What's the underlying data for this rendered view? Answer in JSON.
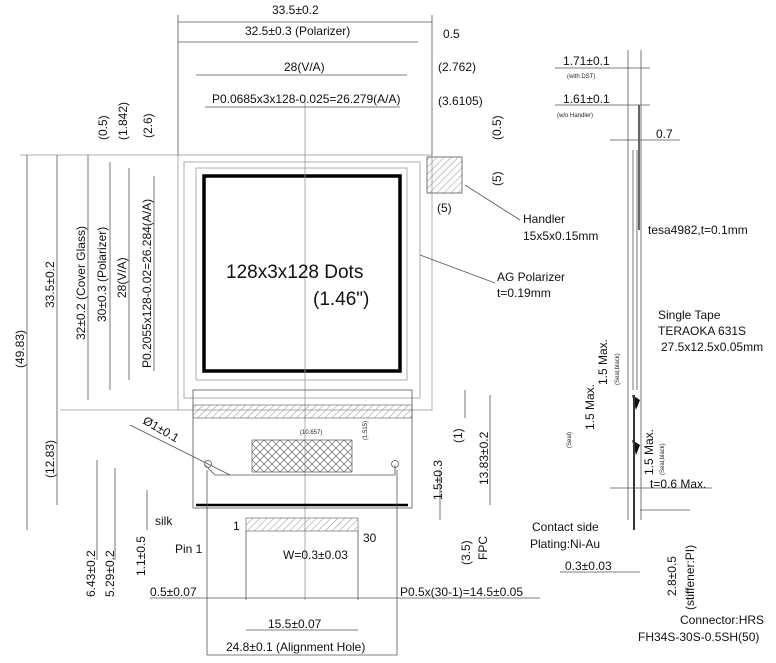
{
  "top_dims": {
    "overall": "33.5±0.2",
    "polarizer": "32.5±0.3 (Polarizer)",
    "polarizer_offset": "0.5",
    "va": "28(V/A)",
    "va_offset": "(2.762)",
    "aa": "P0.0685x3x128-0.025=26.279(A/A)",
    "aa_offset": "(3.6105)"
  },
  "left_dims": {
    "d05": "(0.5)",
    "d1842": "(1.842)",
    "d26": "(2.6)",
    "total": "(49.83)",
    "overall": "33.5±0.2",
    "cover": "32±0.2 (Cover Glass)",
    "polarizer": "30±0.3 (Polarizer)",
    "va": "28(V/A)",
    "aa": "P0.2055x128-0.02=26.284(A/A)",
    "d1283": "(12.83)",
    "d643": "6.43±0.2",
    "d529": "5.29±0.2",
    "d11": "1.1±0.5"
  },
  "right_dims": {
    "d05": "(0.5)",
    "d5v": "(5)",
    "d5h": "(5)",
    "d1": "(1)",
    "d1383": "13.83±0.2",
    "d15": "1.5±0.3",
    "d35": "(3.5)",
    "fpc": "FPC"
  },
  "center": {
    "dots": "128x3x128 Dots",
    "size": "(1.46\")"
  },
  "callouts": {
    "handler1": "Handler",
    "handler2": "15x5x0.15mm",
    "ag1": "AG Polarizer",
    "ag2": "t=0.19mm",
    "hole": "Ø1±0.1",
    "w10657": "(10.657)",
    "w1515": "(1.515)",
    "silk": "silk",
    "pin1": "Pin 1",
    "n1": "1",
    "n30": "30",
    "width": "W=0.3±0.03",
    "pitch_off": "0.5±0.07",
    "pitch": "P0.5x(30-1)=14.5±0.05",
    "span": "15.5±0.07",
    "align": "24.8±0.1 (Alignment Hole)"
  },
  "side": {
    "t171": "1.71±0.1",
    "dst": "(with DST)",
    "t161": "1.61±0.1",
    "woh": "(w/o Handler)",
    "t07": "0.7",
    "tesa": "tesa4982,t=0.1mm",
    "tape1": "Single Tape",
    "tape2": "TERAOKA 631S",
    "tape3": "27.5x12.5x0.05mm",
    "max1": "1.5 Max.",
    "sb1": "(Seal,black)",
    "max2": "1.5 Max.",
    "seal": "(Seal)",
    "max3": "1.5 Max.",
    "sb2": "(Seal,black)",
    "t06": "t=0.6 Max.",
    "contact1": "Contact side",
    "contact2": "Plating:Ni-Au",
    "t03": "0.3±0.03",
    "t28": "2.8±0.5",
    "stiff": "(stiffener:PI)",
    "conn1": "Connector:HRS",
    "conn2": "FH34S-30S-0.5SH(50)"
  }
}
